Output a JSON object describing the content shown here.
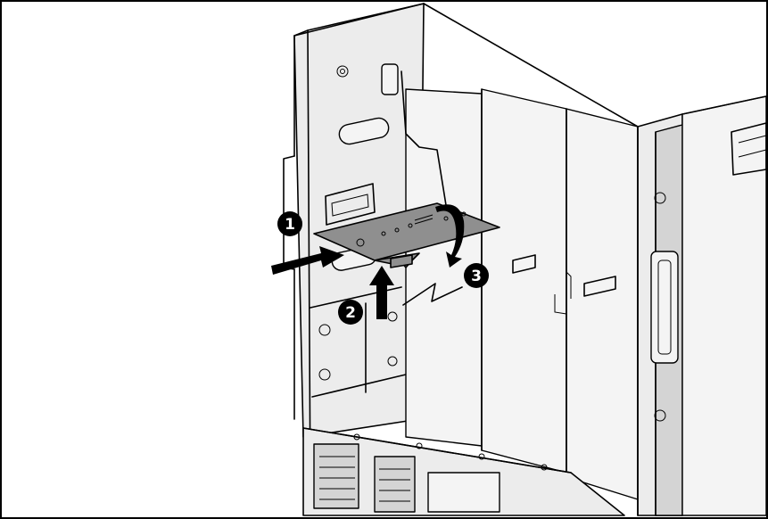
{
  "diagram": {
    "steps": [
      {
        "number": "1",
        "action": "insert-arrow"
      },
      {
        "number": "2",
        "action": "lift-arrow"
      },
      {
        "number": "3",
        "action": "rotate-arrow"
      }
    ],
    "colors": {
      "line": "#000000",
      "panel": "#ececec",
      "tray": "#8f8f8f",
      "callout": "#000000",
      "callout_text": "#ffffff"
    }
  }
}
